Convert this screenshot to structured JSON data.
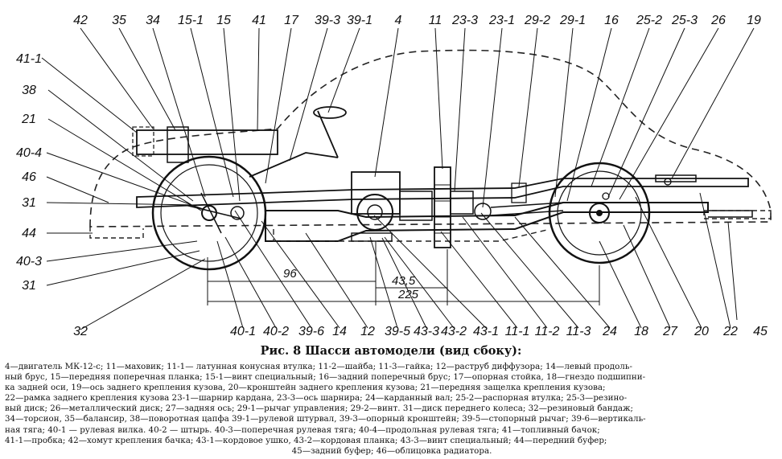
{
  "labels": {
    "top": [
      "42",
      "35",
      "34",
      "15-1",
      "15",
      "41",
      "17",
      "39-3",
      "39-1",
      "4",
      "11",
      "23-3",
      "23-1",
      "29-2",
      "29-1",
      "16",
      "25-2",
      "25-3",
      "26",
      "19"
    ],
    "left": [
      "41-1",
      "38",
      "21",
      "40-4",
      "46",
      "31",
      "44",
      "40-3",
      "31",
      "32"
    ],
    "bottom": [
      "40-1",
      "40-2",
      "39-6",
      "14",
      "12",
      "39-5",
      "43-3",
      "43-2",
      "43-1",
      "11-1",
      "11-2",
      "11-3",
      "24",
      "18",
      "27",
      "20",
      "22",
      "45"
    ]
  },
  "dimensions": [
    "96",
    "43,5",
    "225"
  ],
  "caption": {
    "title": "Рис. 8 Шасси автомодели (вид сбоку):",
    "lines": [
      "4—двигатель МК-12-с; 11—маховик; 11-1— латунная конусная втулка; 11-2—шайба; 11-3—гайка; 12—раструб диффузора; 14—левый продоль-",
      "ный брус, 15—передняя поперечная планка; 15-1—винт специальный; 16—задний поперечный брус; 17—опорная стойка, 18—гнездо подшипни-",
      "ка задней оси, 19—ось заднего крепления кузова, 20—кронштейн заднего крепления кузова; 21—передняя защелка крепления кузова;",
      "22—рамка заднего крепления кузова 23-1—шарнир кардана, 23-3—ось шарнира; 24—карданный вал; 25-2—распорная втулка; 25-3—резино-",
      "вый диск; 26—металлический диск; 27—задняя ось; 29-1—рычаг управления; 29-2—винт. 31—диск переднего колеса; 32—резиновый бандаж;",
      "34—торсион, 35—балансир, 38—поворотная цапфа 39-1—рулевой штурвал, 39-3—опорный кронштейн; 39-5—стопорный рычаг; 39-6—вертикаль-",
      "ная тяга; 40-1 — рулевая вилка. 40-2 — штырь. 40-3—поперечная рулевая тяга; 40-4—продольная рулевая тяга; 41—топливный бачок;",
      "41-1—пробка; 42—хомут крепления бачка; 43-1—кордовое ушко, 43-2—кордовая планка; 43-3—винт специальный; 44—передний буфер;",
      "45—задний буфер; 46—облицовка радиатора."
    ]
  }
}
